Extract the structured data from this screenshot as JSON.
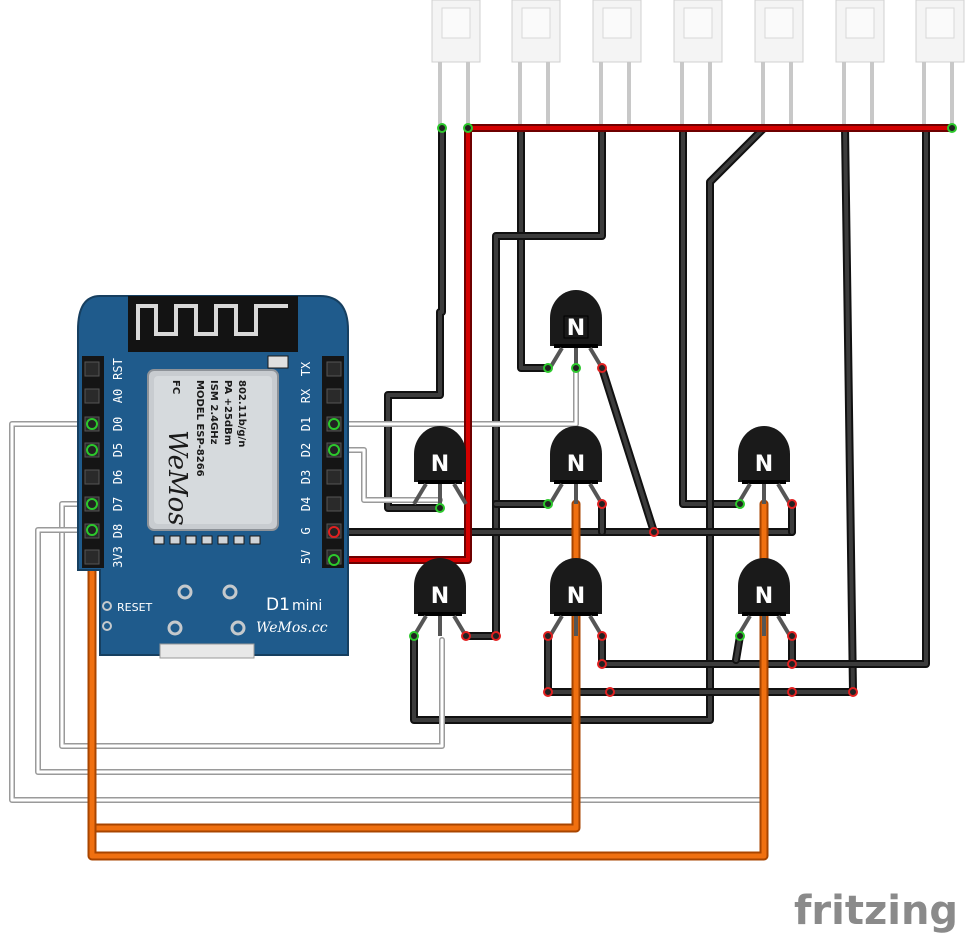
{
  "board": {
    "left_pins": [
      "RST",
      "A0",
      "D0",
      "D5",
      "D6",
      "D7",
      "D8",
      "3V3"
    ],
    "right_pins": [
      "TX",
      "RX",
      "D1",
      "D2",
      "D3",
      "D4",
      "G",
      "5V"
    ],
    "chip_model": "MODEL ESP-8266",
    "chip_ism": "ISM 2.4GHz",
    "chip_pa": "PA +25dBm",
    "chip_wifi": "802.11b/g/n",
    "chip_brand": "WeMos",
    "fc_mark": "FC",
    "reset_label": "RESET",
    "model_main": "D1",
    "model_sub": "mini",
    "website": "WeMos.cc"
  },
  "transistor_mark": "N",
  "watermark": "fritzing",
  "colors": {
    "board_blue": "#1f5b8c",
    "wire_red": "#d40000",
    "wire_orange": "#f07010",
    "wire_black": "#222222",
    "wire_white": "#ffffff"
  }
}
